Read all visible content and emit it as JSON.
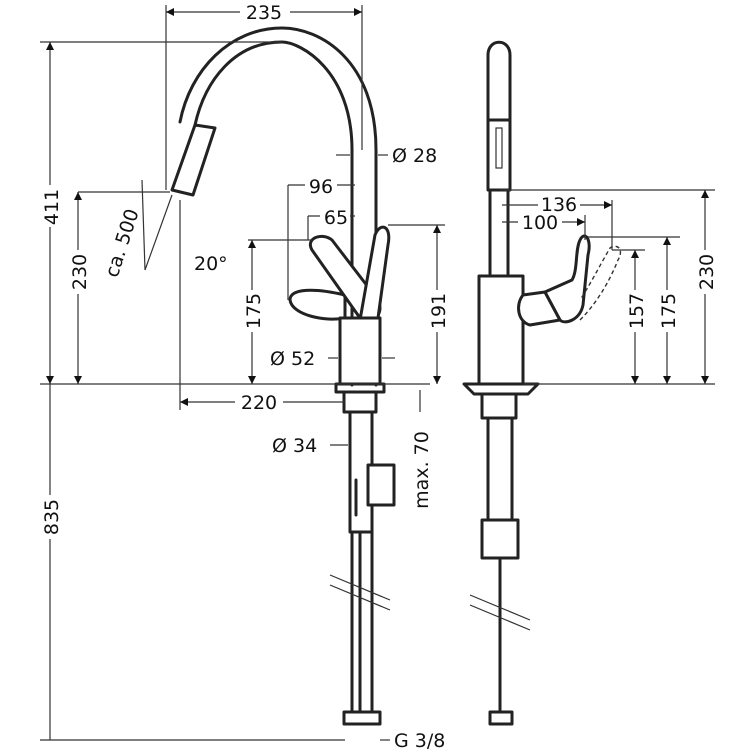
{
  "drawing": {
    "side_view": {
      "width_spout": "235",
      "total_height": "411",
      "spout_height": "230",
      "pullout_length": "ca. 500",
      "angle": "20°",
      "spout_diameter": "Ø 28",
      "handle_reach_96": "96",
      "handle_reach_65": "65",
      "handle_height_175": "175",
      "handle_height_191": "191",
      "body_diameter": "Ø 52",
      "projection": "220",
      "shank_diameter": "Ø 34",
      "max_counter": "max. 70",
      "hose_length": "835",
      "connection": "G 3/8"
    },
    "front_view": {
      "reach_136": "136",
      "reach_100": "100",
      "height_157": "157",
      "height_175": "175",
      "height_230": "230"
    }
  }
}
